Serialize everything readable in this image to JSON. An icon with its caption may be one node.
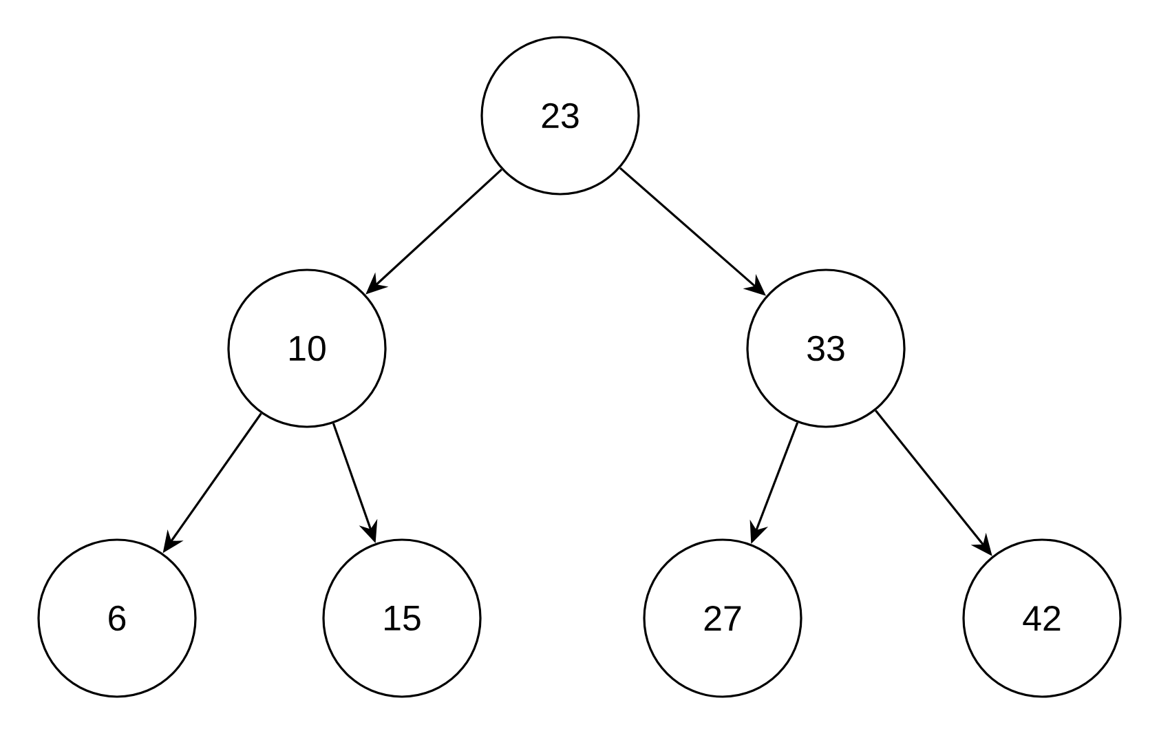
{
  "diagram": {
    "nodes": [
      {
        "text": [
          "23"
        ]
      },
      {
        "text": [
          "10"
        ]
      },
      {
        "text": [
          "33"
        ]
      },
      {
        "text": [
          "6"
        ]
      },
      {
        "text": [
          "15"
        ]
      },
      {
        "text": [
          "27"
        ]
      },
      {
        "text": [
          "42"
        ]
      }
    ],
    "edges": [
      {
        "from": 0,
        "to": 1,
        "arrow": "to"
      },
      {
        "from": 0,
        "to": 2,
        "arrow": "to"
      },
      {
        "from": 1,
        "to": 3,
        "arrow": "to"
      },
      {
        "from": 1,
        "to": 4,
        "arrow": "to"
      },
      {
        "from": 2,
        "to": 5,
        "arrow": "to"
      },
      {
        "from": 2,
        "to": 6,
        "arrow": "to"
      }
    ]
  }
}
